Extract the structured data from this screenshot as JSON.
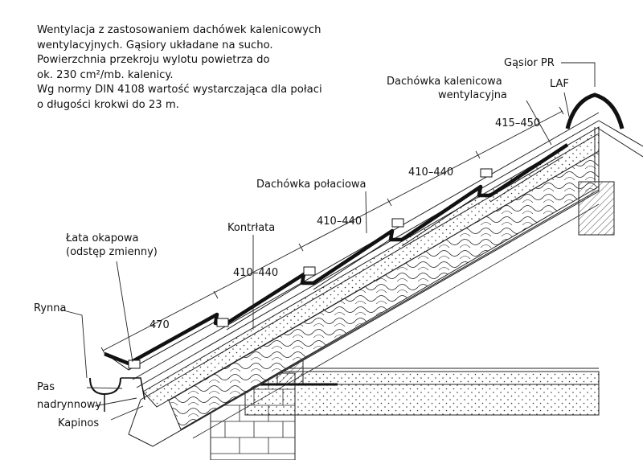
{
  "description_lines": [
    "Wentylacja z zastosowaniem dachówek kalenicowych",
    "wentylacyjnych. Gąsiory układane na sucho.",
    "Powierzchnia przekroju wylotu powietrza do",
    "ok. 230 cm²/mb. kalenicy.",
    "Wg normy DIN 4108 wartość wystarczająca dla połaci",
    "o długości krokwi do 23 m."
  ],
  "labels": {
    "gasior": "Gąsior PR",
    "dachowka_kalenicowa_1": "Dachówka kalenicowa",
    "dachowka_kalenicowa_2": "wentylacyjna",
    "laf": "LAF",
    "dachowka_polaciowa": "Dachówka połaciowa",
    "kontrlata": "Kontrłata",
    "lata_okapowa_1": "Łata okapowa",
    "lata_okapowa_2": "(odstęp zmienny)",
    "rynna": "Rynna",
    "pas_1": "Pas",
    "pas_2": "nadrynnowy",
    "kapinos": "Kapinos"
  },
  "dimensions": [
    "470",
    "410–440",
    "410–440",
    "410–440",
    "415–450"
  ]
}
